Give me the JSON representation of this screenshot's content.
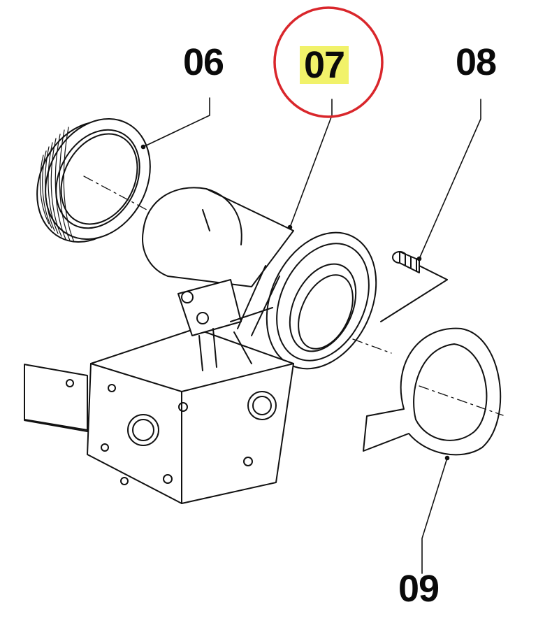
{
  "callouts": {
    "p06": "06",
    "p07": "07",
    "p08": "08",
    "p09": "09"
  },
  "highlight": {
    "part": "07",
    "marker_fill": "#f1f26a",
    "circle_color": "#d9262b"
  }
}
